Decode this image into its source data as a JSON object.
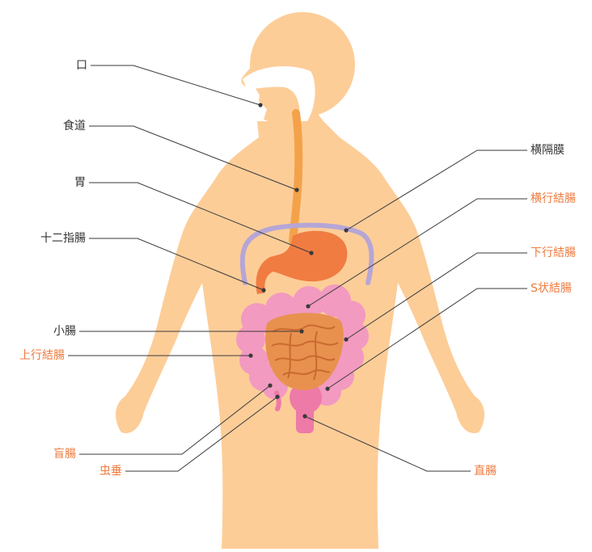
{
  "colors": {
    "skin": "#fdcd98",
    "leader": "#3a3a3a",
    "text_black": "#333333",
    "text_orange": "#ee7a3d",
    "diaphragm": "#b6a6d6",
    "stomach": "#f07c42",
    "colon": "#f29ac0",
    "colon_dark": "#ee7aa8",
    "small_intestine": "#e8914f",
    "esophagus": "#f4a24a",
    "mouth": "#ffffff"
  },
  "labels": {
    "mouth": "口",
    "esophagus": "食道",
    "stomach": "胃",
    "duodenum": "十二指腸",
    "small_intestine": "小腸",
    "ascending_colon": "上行結腸",
    "cecum": "盲腸",
    "appendix": "虫垂",
    "diaphragm": "横隔膜",
    "transverse_colon": "横行結腸",
    "descending_colon": "下行結腸",
    "sigmoid_colon": "S状結腸",
    "rectum": "直腸"
  }
}
